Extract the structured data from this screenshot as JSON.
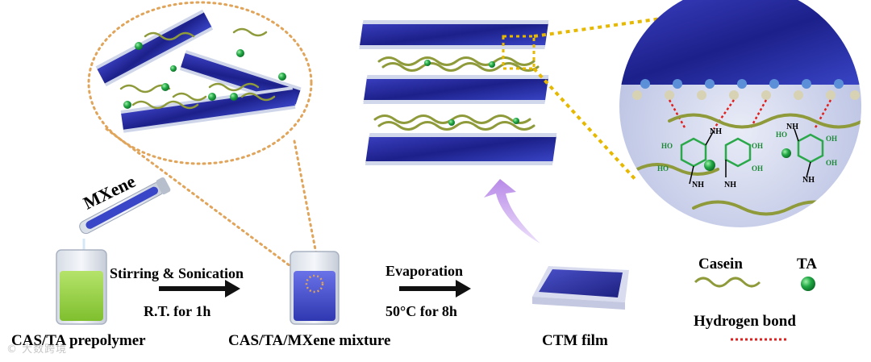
{
  "labels": {
    "mxene": "MXene",
    "step1_top": "Stirring & Sonication",
    "step1_bottom": "R.T. for 1h",
    "step2_top": "Evaporation",
    "step2_bottom": "50°C for 8h",
    "beaker1": "CAS/TA prepolymer",
    "beaker2": "CAS/TA/MXene mixture",
    "film": "CTM film",
    "legend_casein": "Casein",
    "legend_ta": "TA",
    "legend_hbond": "Hydrogen bond",
    "oh": "HO",
    "oh2": "OH",
    "nh": "NH"
  },
  "watermark": "© 大数跨境",
  "colors": {
    "mxene_blue": "#2b2f9e",
    "casein_olive": "#8f9a3a",
    "ta_green": "#1fa64a",
    "hbond_red": "#e0201e",
    "arrow_purple": "#c9a6f0",
    "zoom_orange": "#e0a45a",
    "zoom_yellow": "#e6b800",
    "solution_green": "#9bd24a",
    "solution_blue": "#3a46c8"
  }
}
